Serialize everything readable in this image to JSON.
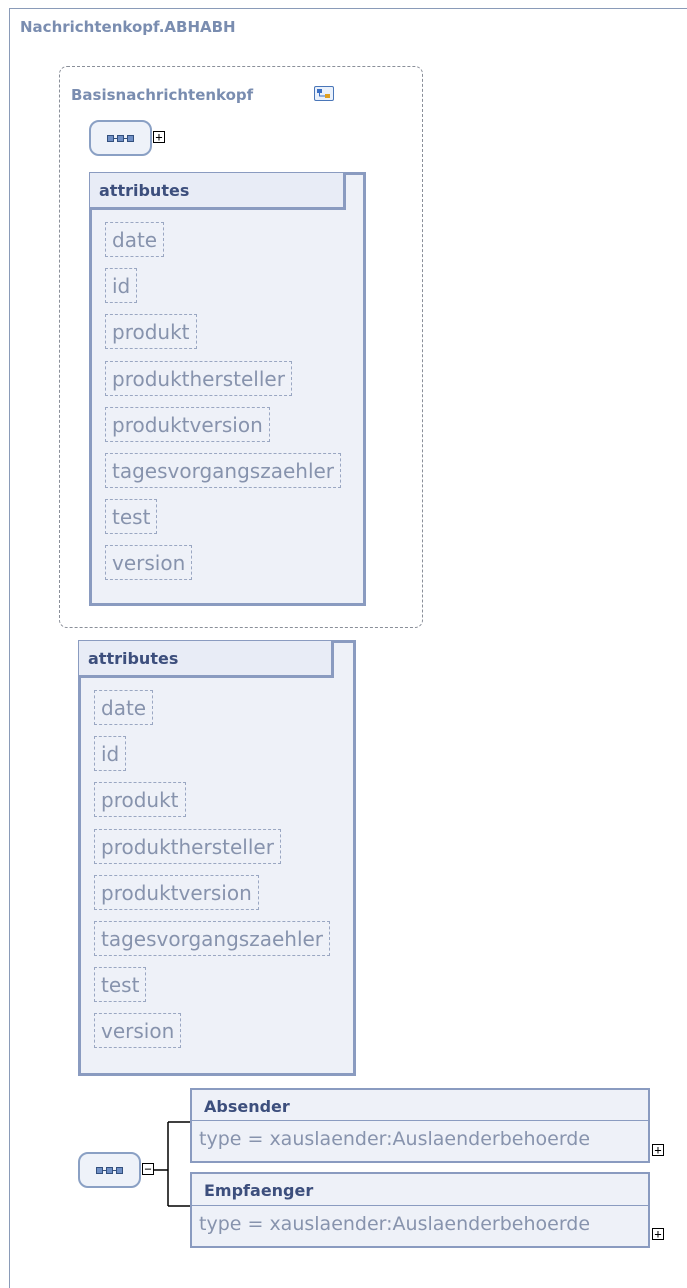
{
  "root": {
    "title": "Nachrichtenkopf.ABHABH"
  },
  "base": {
    "title": "Basisnachrichtenkopf",
    "icon": "type-derivation-icon"
  },
  "attributes_label": "attributes",
  "inner_attributes": [
    "date",
    "id",
    "produkt",
    "produkthersteller",
    "produktversion",
    "tagesvorgangszaehler",
    "test",
    "version"
  ],
  "outer_attributes": [
    "date",
    "id",
    "produkt",
    "produkthersteller",
    "produktversion",
    "tagesvorgangszaehler",
    "test",
    "version"
  ],
  "elements": [
    {
      "name": "Absender",
      "type": "type = xauslaender:Auslaenderbehoerde"
    },
    {
      "name": "Empfaenger",
      "type": "type = xauslaender:Auslaenderbehoerde"
    }
  ],
  "icons": {
    "expand": "+",
    "collapse": "−",
    "sequence": "sequence-icon"
  },
  "colors": {
    "title": "#7a8db0",
    "box_border": "#8a9bc0",
    "box_fill": "#eef1f8",
    "header_text": "#3d4f7d",
    "item_text": "#8793ad"
  }
}
